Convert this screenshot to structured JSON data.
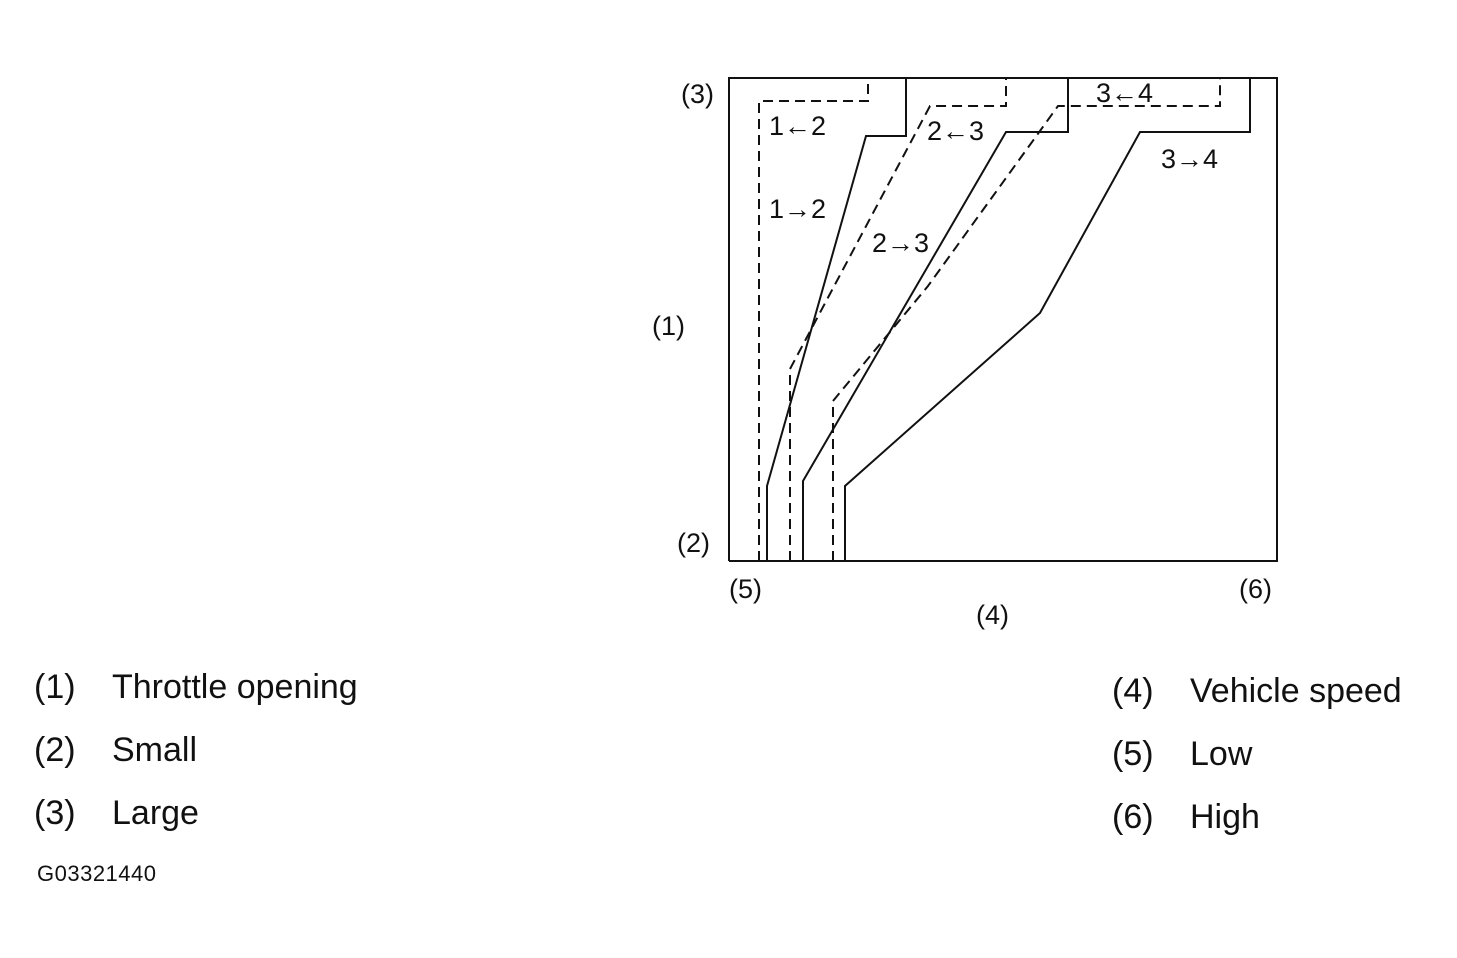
{
  "diagram": {
    "axis_markers": {
      "y_axis": "(1)",
      "y_small": "(2)",
      "y_large": "(3)",
      "x_axis": "(4)",
      "x_low": "(5)",
      "x_high": "(6)"
    },
    "shift_labels": {
      "down_1_2": "1←2",
      "up_1_2": "1→2",
      "down_2_3": "2←3",
      "up_2_3": "2→3",
      "down_3_4": "3←4",
      "up_3_4": "3→4"
    },
    "line_styles": {
      "upshift": "solid",
      "downshift": "dashed"
    }
  },
  "legend": {
    "left": [
      {
        "key": "(1)",
        "text": "Throttle opening"
      },
      {
        "key": "(2)",
        "text": "Small"
      },
      {
        "key": "(3)",
        "text": "Large"
      }
    ],
    "right": [
      {
        "key": "(4)",
        "text": "Vehicle speed"
      },
      {
        "key": "(5)",
        "text": "Low"
      },
      {
        "key": "(6)",
        "text": "High"
      }
    ]
  },
  "figure_code": "G03321440"
}
